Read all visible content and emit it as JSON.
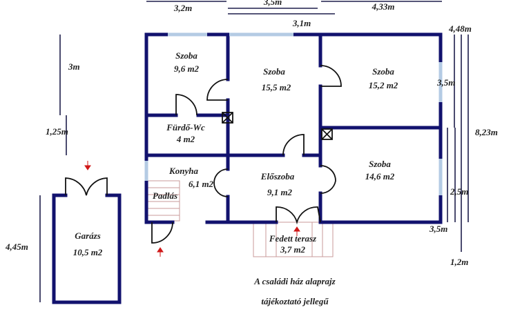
{
  "rooms": {
    "szoba_1": {
      "name": "Szoba",
      "area": "9,6 m2"
    },
    "szoba_2": {
      "name": "Szoba",
      "area": "15,5 m2"
    },
    "szoba_3": {
      "name": "Szoba",
      "area": "15,2 m2"
    },
    "szoba_4": {
      "name": "Szoba",
      "area": "14,6 m2"
    },
    "furdo": {
      "name": "Fürdő-Wc",
      "area": "4 m2"
    },
    "konyha": {
      "name": "Konyha",
      "area": "6,1 m2"
    },
    "eloszoba": {
      "name": "Előszoba",
      "area": "9,1 m2"
    },
    "padlas": {
      "name": "Padlás"
    },
    "terasz": {
      "name": "Fedett terasz",
      "area": "3,7 m2"
    },
    "garazs": {
      "name": "Garázs",
      "area": "10,5 m2"
    }
  },
  "dimensions": {
    "top_left": "3,2m",
    "top_middle": "3,5m",
    "top_right": "4,33m",
    "top_inner": "3,1m",
    "left_upper": "3m",
    "left_lower": "1,25m",
    "right_top": "4,48m",
    "right_upper": "3,5m",
    "right_total": "8,23m",
    "right_lower": "2,5m",
    "right_bottom": "3,5m",
    "right_porch": "1,2m",
    "garage_height": "4,45m"
  },
  "caption": {
    "line1": "A családi ház alaprajz",
    "line2": "tájékoztató jellegű"
  },
  "colors": {
    "wall": "#12126e",
    "window": "#b4cbe4",
    "arrow": "#d01818"
  }
}
